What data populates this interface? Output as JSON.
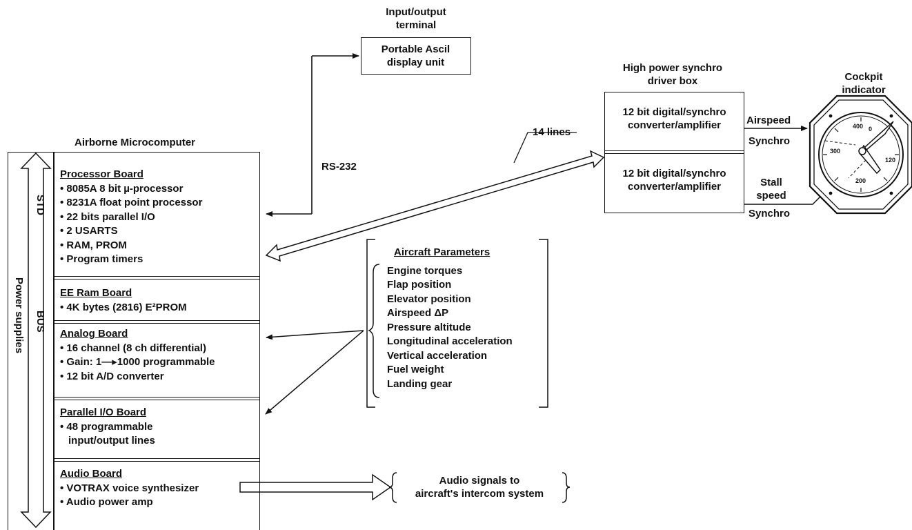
{
  "io_terminal": {
    "title_line1": "Input/output",
    "title_line2": "terminal",
    "box_line1": "Portable Ascil",
    "box_line2": "display unit"
  },
  "rs232_label": "RS-232",
  "lines_label": "14 lines",
  "microcomputer": {
    "title": "Airborne Microcomputer",
    "std_label": "STD",
    "bus_label": "BUS",
    "power_label": "Power supplies",
    "processor": {
      "title": "Processor Board",
      "items": [
        "• 8085A  8 bit µ-processor",
        "• 8231A float point processor",
        "• 22 bits parallel I/O",
        "• 2 USARTS",
        "• RAM, PROM",
        "• Program timers"
      ]
    },
    "eeram": {
      "title": "EE Ram Board",
      "items": [
        "• 4K bytes (2816) E²PROM"
      ]
    },
    "analog": {
      "title": "Analog Board",
      "items": [
        "• 16 channel (8 ch differential)",
        "• Gain: 1—▸1000 programmable",
        "• 12 bit A/D converter"
      ]
    },
    "parallel": {
      "title": "Parallel I/O Board",
      "items": [
        "• 48 programmable",
        "input/output lines"
      ]
    },
    "audio": {
      "title": "Audio Board",
      "items": [
        "• VOTRAX voice synthesizer",
        "• Audio power amp"
      ]
    }
  },
  "synchro_driver": {
    "title_line1": "High power synchro",
    "title_line2": "driver box",
    "conv1_line1": "12 bit digital/synchro",
    "conv1_line2": "converter/amplifier",
    "conv2_line1": "12 bit digital/synchro",
    "conv2_line2": "converter/amplifier"
  },
  "airspeed_label": "Airspeed",
  "synchro_label_1": "Synchro",
  "stall_label_1": "Stall",
  "stall_label_2": "speed",
  "synchro_label_2": "Synchro",
  "cockpit": {
    "title_line1": "Cockpit",
    "title_line2": "indicator",
    "dial": [
      "400",
      "0",
      "300",
      "120",
      "200"
    ]
  },
  "aircraft_params": {
    "title": "Aircraft Parameters",
    "items": [
      "Engine torques",
      "Flap position",
      "Elevator position",
      "Airspeed ΔP",
      "Pressure altitude",
      "Longitudinal acceleration",
      "Vertical acceleration",
      "Fuel weight",
      "Landing gear"
    ]
  },
  "audio_output": {
    "line1": "Audio signals to",
    "line2": "aircraft's intercom system"
  }
}
